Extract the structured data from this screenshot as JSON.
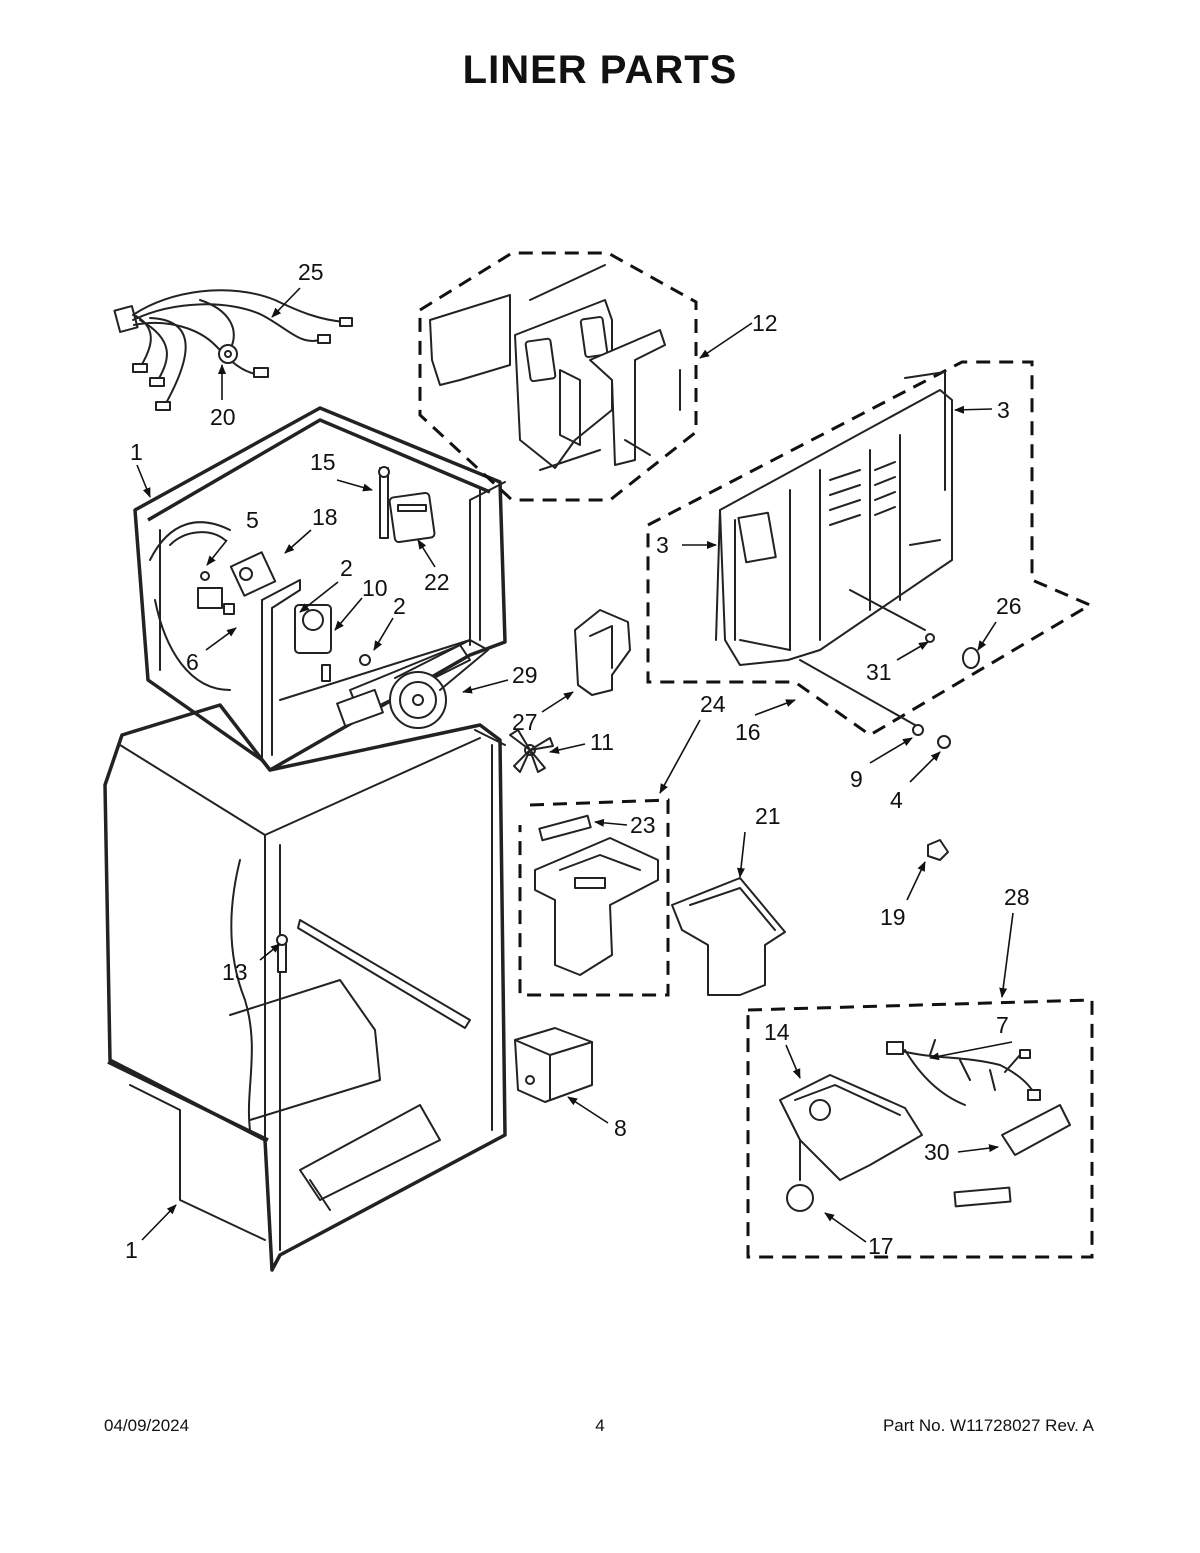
{
  "title": "LINER PARTS",
  "callouts": {
    "c1a": "1",
    "c1b": "1",
    "c2a": "2",
    "c2b": "2",
    "c3a": "3",
    "c3b": "3",
    "c4": "4",
    "c5": "5",
    "c6": "6",
    "c7": "7",
    "c8": "8",
    "c9": "9",
    "c10": "10",
    "c11": "11",
    "c12": "12",
    "c13": "13",
    "c14": "14",
    "c15": "15",
    "c16": "16",
    "c17": "17",
    "c18": "18",
    "c19": "19",
    "c20": "20",
    "c21": "21",
    "c22": "22",
    "c23": "23",
    "c24": "24",
    "c25": "25",
    "c26": "26",
    "c27": "27",
    "c28": "28",
    "c29": "29",
    "c30": "30",
    "c31": "31"
  },
  "footer": {
    "date": "04/09/2024",
    "page": "4",
    "part": "Part No.  W11728027  Rev.  A"
  }
}
